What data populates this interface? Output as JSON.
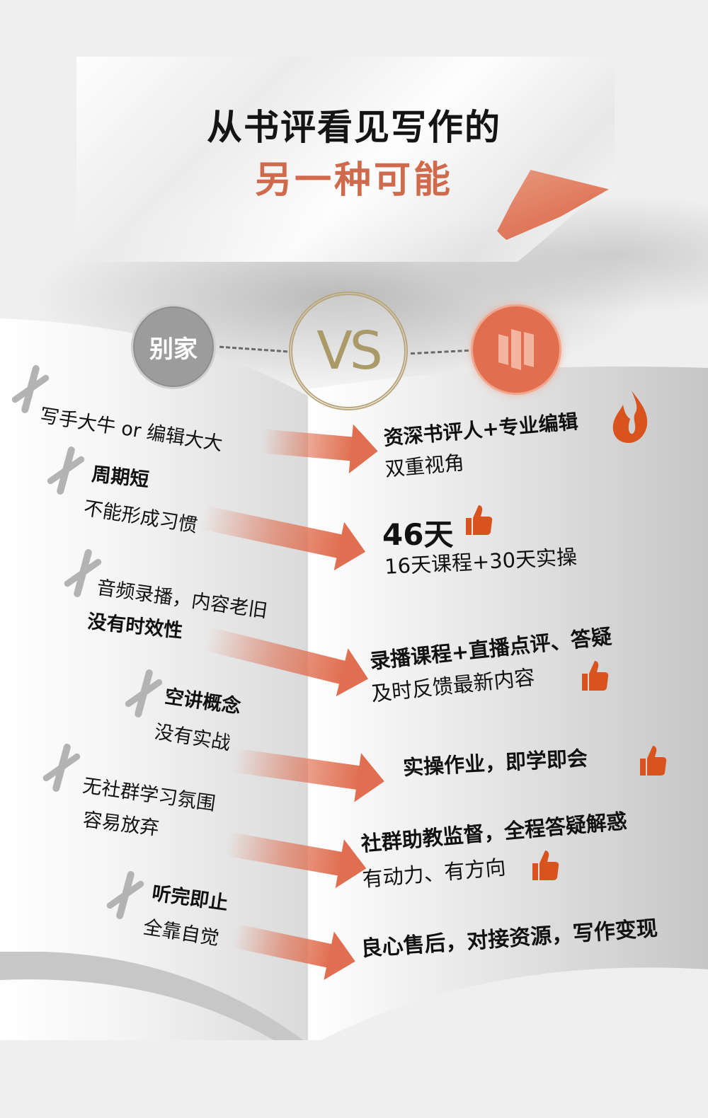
{
  "title": {
    "line1": "从书评看见写作的",
    "line2": "另一种可能"
  },
  "colors": {
    "accent": "#e06e50",
    "title_accent": "#cf6a4c",
    "vs_gold": "#a99a68",
    "other_gray": "#9c9c9c",
    "icon_orange": "#d9531e"
  },
  "comparison": {
    "left_label": "别家",
    "vs_label": "VS",
    "right_logo": "brand-logo-icon"
  },
  "rows": [
    {
      "left": [
        "写手大牛 or 编辑大大"
      ],
      "right": [
        "资深书评人+专业编辑",
        "双重视角"
      ],
      "right_icon": "fire-icon"
    },
    {
      "left": [
        "周期短",
        "不能形成习惯"
      ],
      "right": [
        "46天",
        "16天课程+30天实操"
      ],
      "right_icon": "thumbs-up-icon"
    },
    {
      "left": [
        "音频录播，内容老旧",
        "没有时效性"
      ],
      "right": [
        "录播课程+直播点评、答疑",
        "及时反馈最新内容"
      ],
      "right_icon": "thumbs-up-icon"
    },
    {
      "left": [
        "空讲概念",
        "没有实战"
      ],
      "right": [
        "实操作业，即学即会"
      ],
      "right_icon": "thumbs-up-icon"
    },
    {
      "left": [
        "无社群学习氛围",
        "容易放弃"
      ],
      "right": [
        "社群助教监督，全程答疑解惑",
        "有动力、有方向"
      ],
      "right_icon": "thumbs-up-icon"
    },
    {
      "left": [
        "听完即止",
        "全靠自觉"
      ],
      "right": [
        "良心售后，对接资源，写作变现"
      ],
      "right_icon": null
    }
  ]
}
